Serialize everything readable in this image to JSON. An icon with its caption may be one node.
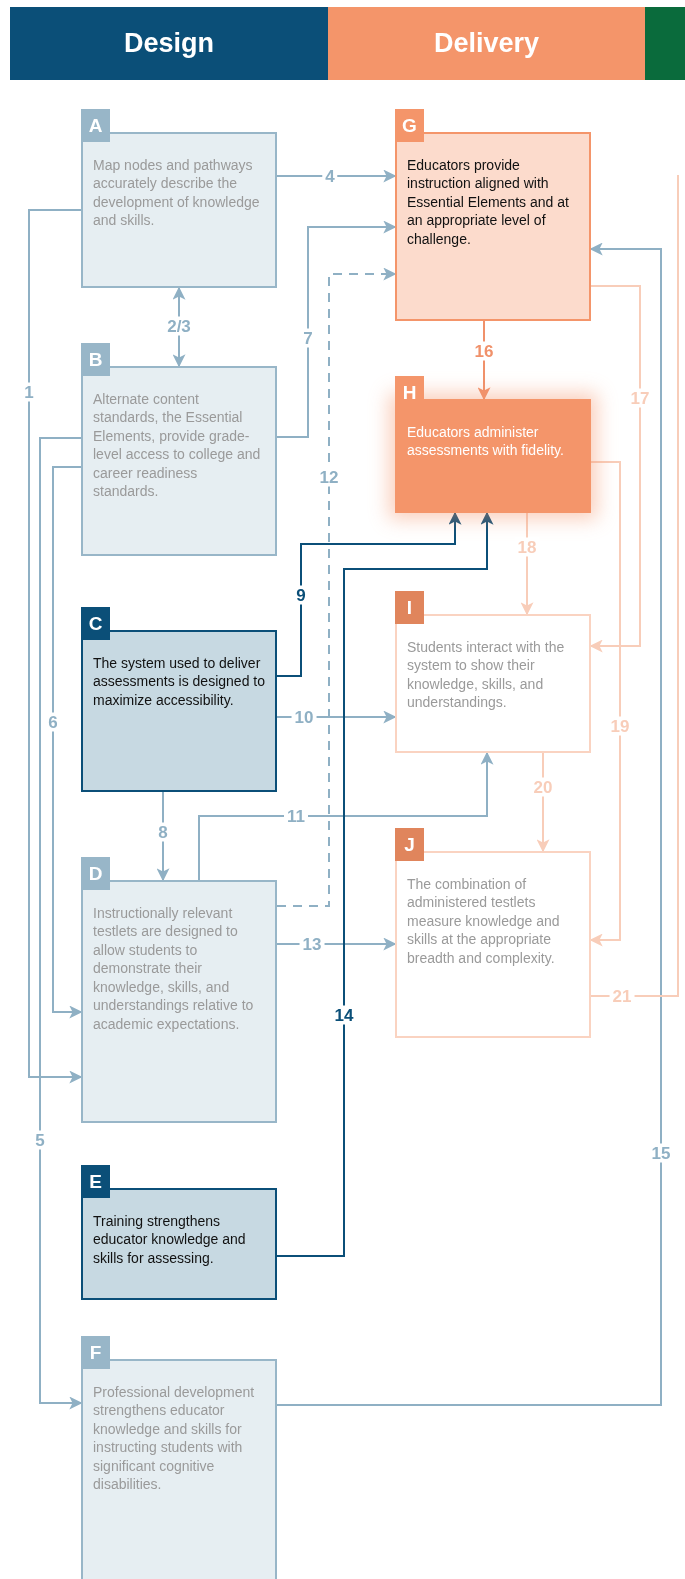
{
  "diagram": {
    "nodes": [
      {
        "text": [
          "Design"
        ]
      },
      {
        "text": [
          "Delivery"
        ]
      },
      {
        "text": [],
        "shape": "bar"
      },
      {
        "text": [
          "A",
          "Map nodes and pathways accurately describe the development of knowledge and skills."
        ]
      },
      {
        "text": [
          "B",
          "Alternate content standards, the Essential Elements, provide grade-level access to college and career readiness standards."
        ]
      },
      {
        "text": [
          "C",
          "The system used to deliver assessments is designed to maximize accessibility."
        ]
      },
      {
        "text": [
          "D",
          "Instructionally relevant testlets are designed to allow students to demonstrate their knowledge, skills, and understandings relative to academic expectations."
        ]
      },
      {
        "text": [
          "E",
          "Training strengthens educator knowledge and skills for assessing."
        ]
      },
      {
        "text": [
          "F",
          "Professional development strengthens educator knowledge and skills for instructing students with significant cognitive disabilities."
        ]
      },
      {
        "text": [
          "G",
          "Educators provide instruction aligned with Essential Elements and at an appropriate level of challenge."
        ]
      },
      {
        "text": [
          "H",
          "Educators administer assessments with fidelity."
        ]
      },
      {
        "text": [
          "I",
          "Students interact with the system to show their knowledge, skills, and understandings."
        ]
      },
      {
        "text": [
          "J",
          "The combination of administered testlets measure knowledge and skills at the appropriate breadth and complexity."
        ]
      }
    ],
    "edges": [
      {
        "from": 3,
        "to": 6,
        "arrow": "to",
        "label": "1"
      },
      {
        "from": 3,
        "to": 4,
        "arrow": "both",
        "label": "2/3"
      },
      {
        "from": 3,
        "to": 9,
        "arrow": "to",
        "label": "4"
      },
      {
        "from": 4,
        "to": 8,
        "arrow": "to",
        "label": "5"
      },
      {
        "from": 4,
        "to": 6,
        "arrow": "to",
        "label": "6"
      },
      {
        "from": 4,
        "to": 9,
        "arrow": "to",
        "label": "7"
      },
      {
        "from": 5,
        "to": 6,
        "arrow": "to",
        "label": "8"
      },
      {
        "from": 5,
        "to": 10,
        "arrow": "to",
        "label": "9",
        "color": "#0b4f78"
      },
      {
        "from": 5,
        "to": 11,
        "arrow": "to",
        "label": "10"
      },
      {
        "from": 6,
        "to": 11,
        "arrow": "to",
        "label": "11"
      },
      {
        "from": 6,
        "to": 9,
        "arrow": "to",
        "label": "12",
        "style": "dashed"
      },
      {
        "from": 6,
        "to": 12,
        "arrow": "to",
        "label": "13"
      },
      {
        "from": 7,
        "to": 10,
        "arrow": "to",
        "label": "14",
        "color": "#0b4f78"
      },
      {
        "from": 8,
        "to": 9,
        "arrow": "to",
        "label": "15"
      },
      {
        "from": 9,
        "to": 10,
        "arrow": "to",
        "label": "16",
        "color": "#f0916a"
      },
      {
        "from": 9,
        "to": 11,
        "arrow": "to",
        "label": "17",
        "color": "#f8cdb9"
      },
      {
        "from": 10,
        "to": 11,
        "arrow": "to",
        "label": "18",
        "color": "#f8cdb9"
      },
      {
        "from": 10,
        "to": 12,
        "arrow": "to",
        "label": "19",
        "color": "#f8cdb9"
      },
      {
        "from": 11,
        "to": 12,
        "arrow": "to",
        "label": "20",
        "color": "#f8cdb9"
      },
      {
        "from": 12,
        "to": null,
        "arrow": "none",
        "label": "21",
        "color": "#f8cdb9"
      }
    ]
  }
}
